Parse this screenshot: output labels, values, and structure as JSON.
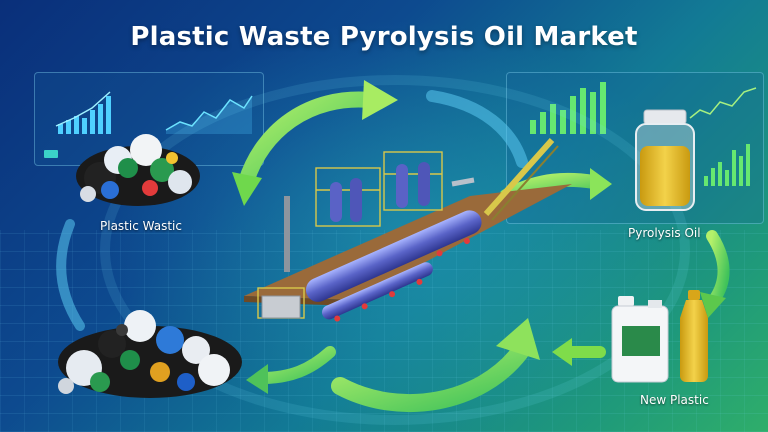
{
  "title": "Plastic Waste Pyrolysis Oil Market",
  "labels": {
    "plastic_waste": "Plastic Wastic",
    "pyrolysis_oil": "Pyrolysis Oil",
    "new_plastic": "New Plastic"
  },
  "colors": {
    "arrow_green": "#7fdc4a",
    "background_dark": "#0a2f7a",
    "background_light": "#2fae6a",
    "pipe_blue": "#6a78d8",
    "frame_yellow": "#d8c84a",
    "oil_amber": "#e6c02a"
  }
}
